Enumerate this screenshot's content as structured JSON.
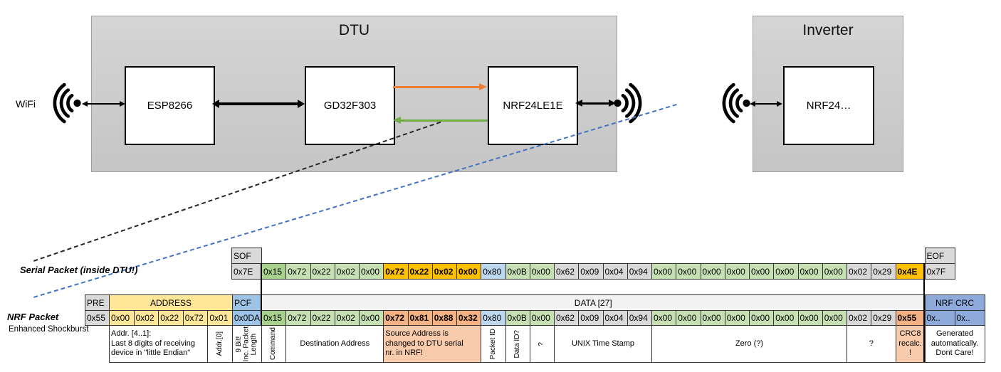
{
  "diagram": {
    "wifi_label": "WiFi",
    "dtu": {
      "title": "DTU",
      "components": [
        {
          "label": "ESP8266"
        },
        {
          "label": "GD32F303"
        },
        {
          "label": "NRF24LE1E"
        }
      ]
    },
    "inverter": {
      "title": "Inverter",
      "component": {
        "label": "NRF24…"
      }
    },
    "colors": {
      "uart_tx_arrow": "#ED7D31",
      "uart_rx_arrow": "#70AD47",
      "rf_dashed_line": "#4472C4",
      "serial_dashed_line": "#262626"
    }
  },
  "serial_packet": {
    "label": "Serial Packet (inside DTU!)",
    "sof_header": "SOF",
    "sof_value": "0x7E",
    "eof_header": "EOF",
    "eof_value": "0x7F",
    "bytes": [
      {
        "v": "0x15",
        "c": "g1"
      },
      {
        "v": "0x72",
        "c": "g2"
      },
      {
        "v": "0x22",
        "c": "g2"
      },
      {
        "v": "0x02",
        "c": "g2"
      },
      {
        "v": "0x00",
        "c": "g2"
      },
      {
        "v": "0x72",
        "c": "gold"
      },
      {
        "v": "0x22",
        "c": "gold"
      },
      {
        "v": "0x02",
        "c": "gold"
      },
      {
        "v": "0x00",
        "c": "gold"
      },
      {
        "v": "0x80",
        "c": "bl"
      },
      {
        "v": "0x0B",
        "c": "g2"
      },
      {
        "v": "0x00",
        "c": "g2"
      },
      {
        "v": "0x62",
        "c": "gy"
      },
      {
        "v": "0x09",
        "c": "gy"
      },
      {
        "v": "0x04",
        "c": "gy"
      },
      {
        "v": "0x94",
        "c": "gy"
      },
      {
        "v": "0x00",
        "c": "g2"
      },
      {
        "v": "0x00",
        "c": "g2"
      },
      {
        "v": "0x00",
        "c": "g2"
      },
      {
        "v": "0x00",
        "c": "g2"
      },
      {
        "v": "0x00",
        "c": "g2"
      },
      {
        "v": "0x00",
        "c": "g2"
      },
      {
        "v": "0x00",
        "c": "g2"
      },
      {
        "v": "0x00",
        "c": "g2"
      },
      {
        "v": "0x02",
        "c": "gy"
      },
      {
        "v": "0x29",
        "c": "gy"
      },
      {
        "v": "0x4E",
        "c": "gold"
      }
    ]
  },
  "nrf_packet": {
    "label": "NRF Packet",
    "sublabel": "Enhanced Shockburst",
    "pre_header": "PRE",
    "pre_value": "0x55",
    "address_header": "ADDRESS",
    "address_values": [
      "0x00",
      "0x02",
      "0x22",
      "0x72",
      "0x01"
    ],
    "pcf_header": "PCF",
    "pcf_value": "0x0DA",
    "data_header": "DATA [27]",
    "crc_header": "NRF CRC",
    "crc_values": [
      "0x..",
      "0x.."
    ],
    "bytes": [
      {
        "v": "0x15",
        "c": "g1"
      },
      {
        "v": "0x72",
        "c": "g2"
      },
      {
        "v": "0x22",
        "c": "g2"
      },
      {
        "v": "0x02",
        "c": "g2"
      },
      {
        "v": "0x00",
        "c": "g2"
      },
      {
        "v": "0x72",
        "c": "sal"
      },
      {
        "v": "0x81",
        "c": "sal"
      },
      {
        "v": "0x88",
        "c": "sal"
      },
      {
        "v": "0x32",
        "c": "sal"
      },
      {
        "v": "0x80",
        "c": "bl"
      },
      {
        "v": "0x0B",
        "c": "g2"
      },
      {
        "v": "0x00",
        "c": "g2"
      },
      {
        "v": "0x62",
        "c": "gy"
      },
      {
        "v": "0x09",
        "c": "gy"
      },
      {
        "v": "0x04",
        "c": "gy"
      },
      {
        "v": "0x94",
        "c": "gy"
      },
      {
        "v": "0x00",
        "c": "g2"
      },
      {
        "v": "0x00",
        "c": "g2"
      },
      {
        "v": "0x00",
        "c": "g2"
      },
      {
        "v": "0x00",
        "c": "g2"
      },
      {
        "v": "0x00",
        "c": "g2"
      },
      {
        "v": "0x00",
        "c": "g2"
      },
      {
        "v": "0x00",
        "c": "g2"
      },
      {
        "v": "0x00",
        "c": "g2"
      },
      {
        "v": "0x02",
        "c": "gy"
      },
      {
        "v": "0x29",
        "c": "gy"
      },
      {
        "v": "0x55",
        "c": "sal"
      }
    ],
    "annotations": [
      {
        "text": "Addr. [4..1]:\nLast 8 digits of receiving\ndevice in \"little Endian\"",
        "span": 4,
        "align": "left"
      },
      {
        "text": "Addr.[0]",
        "span": 1,
        "vertical": true
      },
      {
        "text": "9 Bit!\nInc. Packet\nLength",
        "span": 1,
        "vertical": true
      },
      {
        "text": "Command",
        "span": 1,
        "vertical": true
      },
      {
        "text": "Destination Address",
        "span": 4
      },
      {
        "text": "Source Address is\nchanged to DTU serial\nnr. in NRF!",
        "span": 4,
        "bg": "sallight",
        "align": "left"
      },
      {
        "text": "Packet ID",
        "span": 1,
        "vertical": true
      },
      {
        "text": "Data ID?",
        "span": 1,
        "vertical": true
      },
      {
        "text": "?",
        "span": 1,
        "vertical": true
      },
      {
        "text": "UNIX Time Stamp",
        "span": 4
      },
      {
        "text": "Zero (?)",
        "span": 8
      },
      {
        "text": "?",
        "span": 2
      },
      {
        "text": "CRC8\nrecalc.\n!",
        "span": 1,
        "bg": "sallight"
      },
      {
        "text": "Generated\nautomatically.\nDont Care!",
        "span": 2
      }
    ]
  }
}
